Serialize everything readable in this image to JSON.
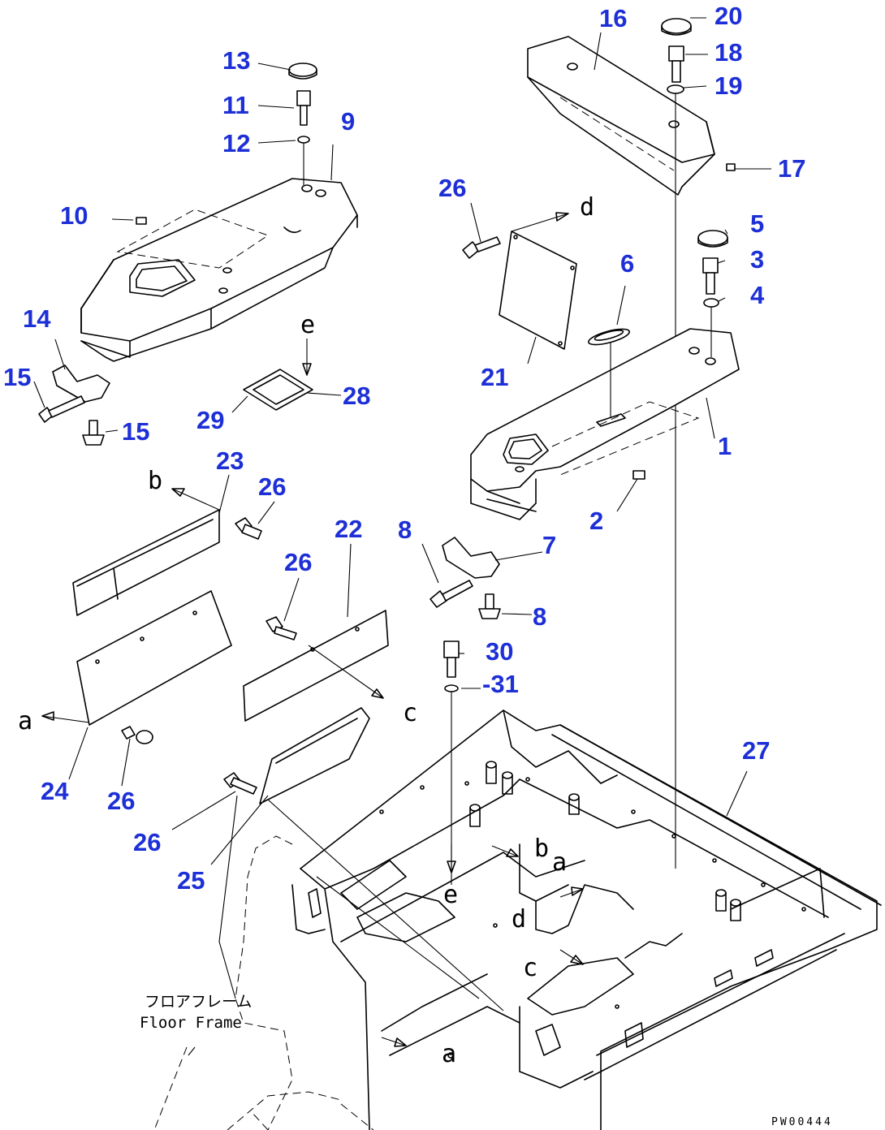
{
  "part_numbers": [
    {
      "id": "p1",
      "label": "1"
    },
    {
      "id": "p2",
      "label": "2"
    },
    {
      "id": "p3",
      "label": "3"
    },
    {
      "id": "p4",
      "label": "4"
    },
    {
      "id": "p5",
      "label": "5"
    },
    {
      "id": "p6",
      "label": "6"
    },
    {
      "id": "p7",
      "label": "7"
    },
    {
      "id": "p8a",
      "label": "8"
    },
    {
      "id": "p8b",
      "label": "8"
    },
    {
      "id": "p9",
      "label": "9"
    },
    {
      "id": "p10",
      "label": "10"
    },
    {
      "id": "p11",
      "label": "11"
    },
    {
      "id": "p12",
      "label": "12"
    },
    {
      "id": "p13",
      "label": "13"
    },
    {
      "id": "p14",
      "label": "14"
    },
    {
      "id": "p15a",
      "label": "15"
    },
    {
      "id": "p15b",
      "label": "15"
    },
    {
      "id": "p16",
      "label": "16"
    },
    {
      "id": "p17",
      "label": "17"
    },
    {
      "id": "p18",
      "label": "18"
    },
    {
      "id": "p19",
      "label": "19"
    },
    {
      "id": "p20",
      "label": "20"
    },
    {
      "id": "p21",
      "label": "21"
    },
    {
      "id": "p22",
      "label": "22"
    },
    {
      "id": "p23",
      "label": "23"
    },
    {
      "id": "p24",
      "label": "24"
    },
    {
      "id": "p25",
      "label": "25"
    },
    {
      "id": "p26a",
      "label": "26"
    },
    {
      "id": "p26b",
      "label": "26"
    },
    {
      "id": "p26c",
      "label": "26"
    },
    {
      "id": "p26d",
      "label": "26"
    },
    {
      "id": "p26e",
      "label": "26"
    },
    {
      "id": "p27",
      "label": "27"
    },
    {
      "id": "p28",
      "label": "28"
    },
    {
      "id": "p29",
      "label": "29"
    },
    {
      "id": "p30",
      "label": "30"
    },
    {
      "id": "p31",
      "label": "-31"
    }
  ],
  "ref_letters": [
    {
      "id": "ra1",
      "label": "a"
    },
    {
      "id": "ra2",
      "label": "a"
    },
    {
      "id": "rb1",
      "label": "b"
    },
    {
      "id": "rb2",
      "label": "b"
    },
    {
      "id": "rc1",
      "label": "c"
    },
    {
      "id": "rc2",
      "label": "c"
    },
    {
      "id": "rd1",
      "label": "d"
    },
    {
      "id": "rd2",
      "label": "d"
    },
    {
      "id": "re1",
      "label": "e"
    },
    {
      "id": "re2",
      "label": "e"
    }
  ],
  "captions": {
    "floor_frame_jp": "フロアフレーム",
    "floor_frame_en": "Floor Frame"
  },
  "drawing_code": "PW00444",
  "colors": {
    "callout": "#1d2fd6",
    "line": "#000000",
    "paper": "#ffffff"
  }
}
